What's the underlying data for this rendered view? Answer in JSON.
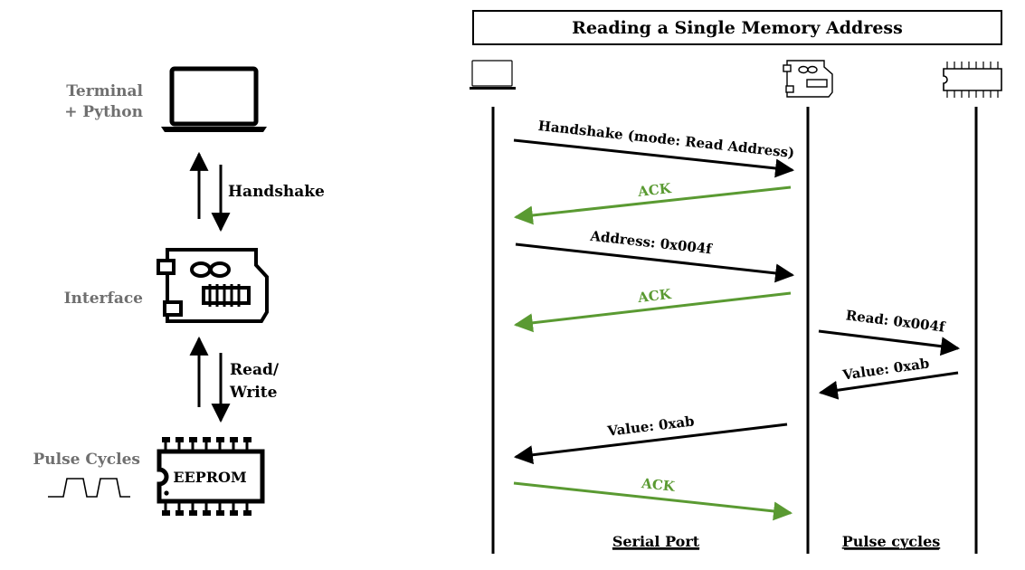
{
  "left": {
    "terminal_label_line1": "Terminal",
    "terminal_label_line2": "+ Python",
    "handshake_label": "Handshake",
    "interface_label": "Interface",
    "readwrite_line1": "Read/",
    "readwrite_line2": "Write",
    "pulse_label": "Pulse Cycles",
    "eeprom_label": "EEPROM"
  },
  "sequence": {
    "title": "Reading a Single Memory Address",
    "msg_handshake": "Handshake (mode: Read Address)",
    "msg_ack1": "ACK",
    "msg_address": "Address:   0x004f",
    "msg_ack2": "ACK",
    "msg_read": "Read: 0x004f",
    "msg_value_back": "Value: 0xab",
    "msg_value": "Value:   0xab",
    "msg_ack3": "ACK",
    "footer_serial": "Serial Port",
    "footer_pulse": "Pulse cycles"
  },
  "colors": {
    "black": "#000000",
    "gray_text": "#6f6f6f",
    "ack_green": "#5a9a32"
  },
  "icons": [
    "laptop-icon",
    "arduino-board-icon",
    "eeprom-chip-icon",
    "pulse-wave-icon"
  ]
}
